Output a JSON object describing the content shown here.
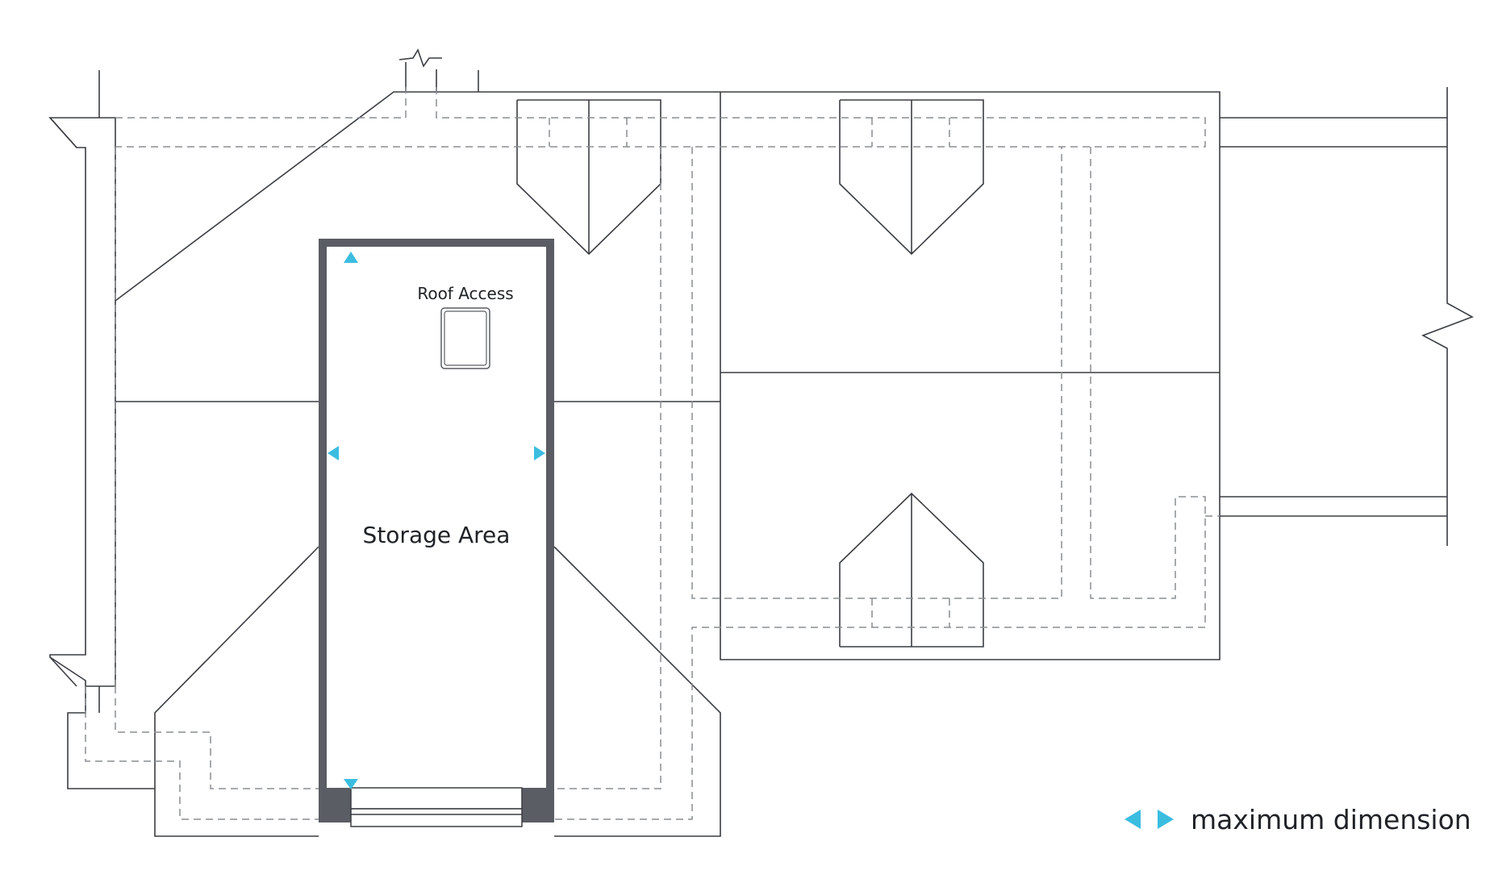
{
  "labels": {
    "storage_area": "Storage Area",
    "roof_access": "Roof Access"
  },
  "legend": {
    "label": "maximum dimension"
  },
  "colors": {
    "arrow": "#3bbde0",
    "wall": "#5a5d63",
    "line": "#3a3d42"
  },
  "icons": {
    "dimension_arrows": [
      "arrow-up-icon",
      "arrow-down-icon",
      "arrow-left-icon",
      "arrow-right-icon"
    ],
    "roof_access": "hatch-icon"
  }
}
